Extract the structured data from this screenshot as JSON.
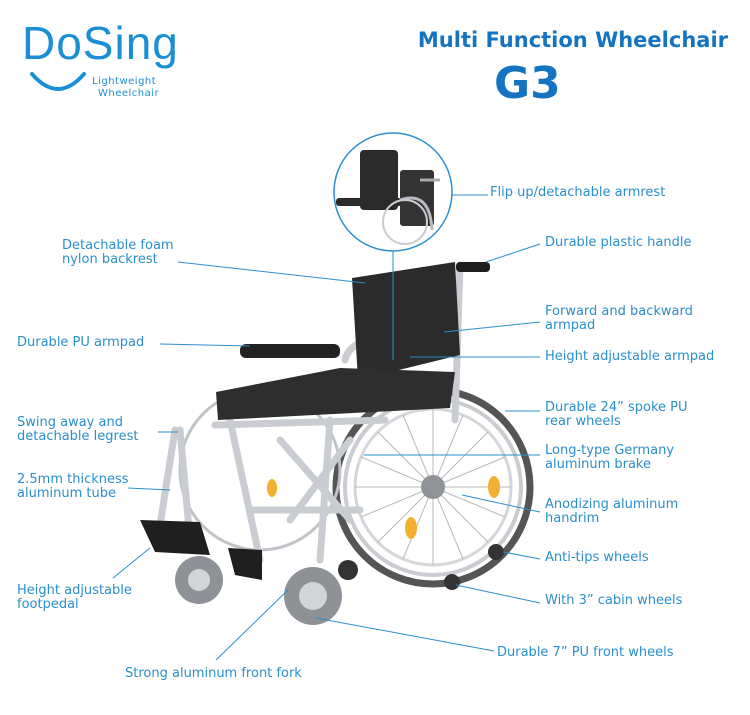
{
  "logo": {
    "brand": "DoSing",
    "sub_line1": "Lightweight",
    "sub_line2": "Wheelchair"
  },
  "header": {
    "title": "Multi Function Wheelchair",
    "model": "G3"
  },
  "callouts": {
    "flip_armrest": "Flip up/detachable armrest",
    "backrest_1": "Detachable foam",
    "backrest_2": "nylon backrest",
    "handle": "Durable plastic handle",
    "fb_armpad_1": "Forward and backward",
    "fb_armpad_2": "armpad",
    "pu_armpad": "Durable PU armpad",
    "height_armpad": "Height adjustable armpad",
    "rear_wheels_1": "Durable 24”  spoke PU",
    "rear_wheels_2": "rear wheels",
    "legrest_1": "Swing away and",
    "legrest_2": "detachable legrest",
    "brake_1": "Long-type Germany",
    "brake_2": "aluminum brake",
    "tube_1": "2.5mm thickness",
    "tube_2": "aluminum tube",
    "handrim_1": "Anodizing aluminum",
    "handrim_2": "handrim",
    "anti_tips": "Anti-tips wheels",
    "cabin_wheels": "With 3”   cabin wheels",
    "footpedal_1": "Height adjustable",
    "footpedal_2": "footpedal",
    "front_wheels": "Durable 7” PU front wheels",
    "front_fork": "Strong aluminum front fork"
  },
  "colors": {
    "brand_blue": "#1a8fd6",
    "title_blue": "#1574c2",
    "callout_blue": "#2a8fcc",
    "frame_silver": "#c9ccd0",
    "upholstery": "#2b2b2b",
    "reflector": "#f2b033"
  }
}
